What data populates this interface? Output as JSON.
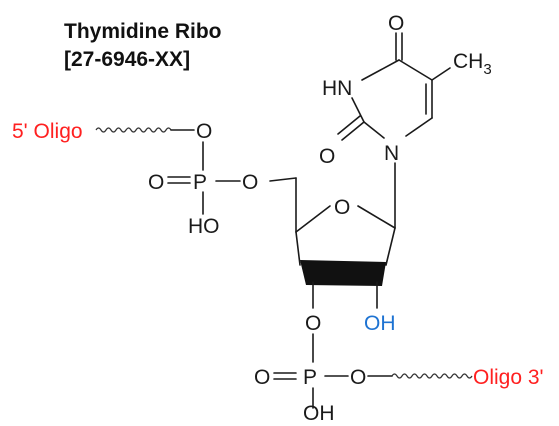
{
  "title_line1": "Thymidine Ribo",
  "title_line2": "[27-6946-XX]",
  "labels": {
    "oligo5": "5' Oligo",
    "oligo3": "Oligo 3'",
    "ch3_main": "CH",
    "ch3_sub": "3",
    "hn": "HN",
    "n1": "N",
    "o_c4": "O",
    "o_c2": "O",
    "o_ring": "O",
    "o_5p_link": "O",
    "p_5": "P",
    "o_5p_double": "O",
    "o_5p_ester": "O",
    "oh_5p": "HO",
    "o_3p_link": "O",
    "oh_2p": "OH",
    "p_3": "P",
    "o_3p_double": "O",
    "o_3p_ester": "O",
    "oh_3p": "OH"
  },
  "colors": {
    "oligo": "#ff2020",
    "hydroxyl_2p": "#1e73d2",
    "text": "#1a1a1a"
  }
}
